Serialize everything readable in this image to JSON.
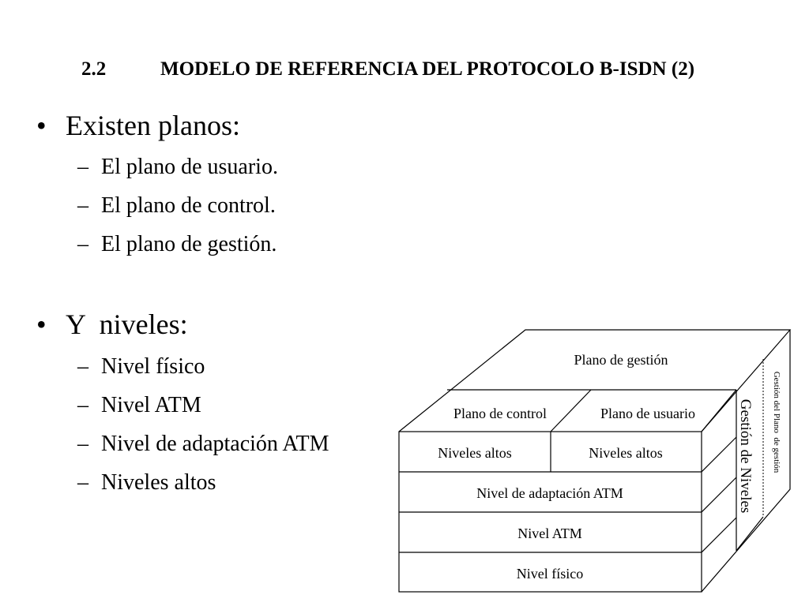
{
  "slide": {
    "title_number": "2.2",
    "title_text": "MODELO DE REFERENCIA DEL PROTOCOLO B-ISDN (2)",
    "bullet_glyph": "•",
    "dash_glyph": "–",
    "section1": {
      "heading": "Existen planos:",
      "items": [
        "El plano de usuario.",
        "El plano de control.",
        "El plano de gestión."
      ]
    },
    "section2": {
      "heading": "Y  niveles:",
      "items": [
        "Nivel físico",
        "Nivel ATM",
        "Nivel de adaptación ATM",
        "Niveles altos"
      ]
    }
  },
  "diagram": {
    "plano_gestion": "Plano de gestión",
    "plano_control": "Plano de control",
    "plano_usuario": "Plano de usuario",
    "niveles_altos_control": "Niveles altos",
    "niveles_altos_usuario": "Niveles altos",
    "nivel_adaptacion": "Nivel de adaptación ATM",
    "nivel_atm": "Nivel ATM",
    "nivel_fisico": "Nivel físico",
    "gestion_niveles": "Gestión de Niveles",
    "gestion_plano": "Gestión del Plano  de gestión"
  }
}
